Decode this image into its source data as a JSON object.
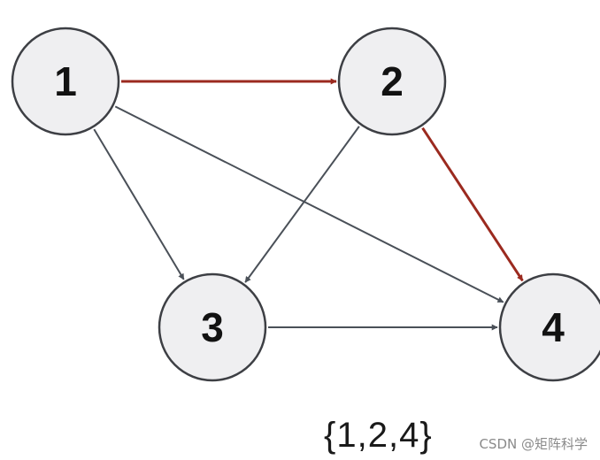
{
  "diagram": {
    "nodes": [
      {
        "id": "1",
        "label": "1"
      },
      {
        "id": "2",
        "label": "2"
      },
      {
        "id": "3",
        "label": "3"
      },
      {
        "id": "4",
        "label": "4"
      }
    ],
    "edges": [
      {
        "from": "1",
        "to": "2",
        "highlighted": true
      },
      {
        "from": "2",
        "to": "4",
        "highlighted": true
      },
      {
        "from": "1",
        "to": "3",
        "highlighted": false
      },
      {
        "from": "1",
        "to": "4",
        "highlighted": false
      },
      {
        "from": "2",
        "to": "3",
        "highlighted": false
      },
      {
        "from": "3",
        "to": "4",
        "highlighted": false
      }
    ],
    "path_label": "{1,2,4}"
  },
  "colors": {
    "highlight_edge": "#9b2a1f",
    "normal_edge": "#4a5058",
    "node_fill": "#efeff1",
    "node_stroke": "#3d3f44"
  },
  "watermark": "CSDN @矩阵科学"
}
